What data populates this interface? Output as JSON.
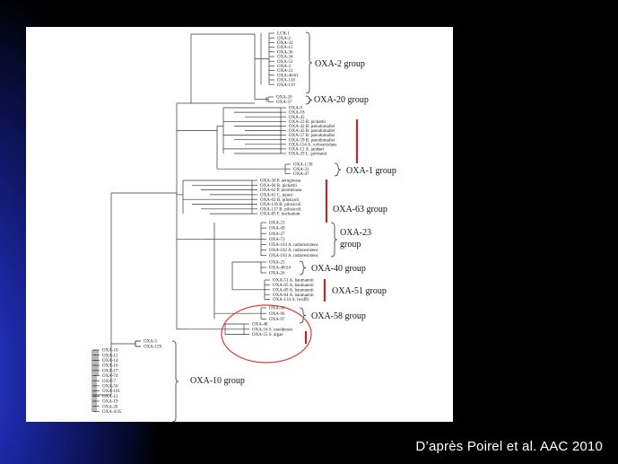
{
  "caption": "D’après Poirel et al. AAC 2010",
  "colors": {
    "bracket_red": "#c0262c",
    "circle_red": "#e03a3a",
    "tree_line": "#333333"
  },
  "groups": [
    {
      "id": "oxa2",
      "label": "OXA-2 group",
      "leaves": [
        "LCR-1",
        "OXA-2",
        "OXA-32",
        "OXA-15",
        "OXA-36",
        "OXA-34",
        "OXA-53",
        "OXA-3",
        "OXA-21",
        "OXA-46/61",
        "OXA-118",
        "OXA-119"
      ]
    },
    {
      "id": "oxa20",
      "label": "OXA-20 group",
      "leaves": [
        "OXA-20",
        "OXA-37"
      ]
    },
    {
      "id": "misc1",
      "label": "",
      "leaves": [
        "OXA-9",
        "OXA-18",
        "OXA-45",
        "OXA-22 R. pickettii",
        "OXA-42 B. pseudomallei",
        "OXA-43 B. pseudomallei",
        "OXA-57 B. pseudomallei",
        "OXA-59 B. pseudomallei",
        "OXA-114 A. xylosoxidans",
        "OXA-12 A. jandaei",
        "OXA-29 L. gormanii"
      ]
    },
    {
      "id": "oxa1",
      "label": "OXA-1 group",
      "leaves": [
        "OXA-1/30",
        "OXA-31",
        "OXA-47"
      ]
    },
    {
      "id": "oxa63",
      "label": "OXA-63 group",
      "leaves": [
        "OXA-50 P. aeruginosa",
        "OXA-60 R. pickettii",
        "OXA-62 P. pnomenusa",
        "OXA-61 C. jejuni",
        "OXA-63 B. pilosicoli",
        "OXA-136 B. pilosicoli",
        "OXA-137 B. pilosicoli",
        "OXA-85 F. nucleatum"
      ]
    },
    {
      "id": "oxa23",
      "label": "OXA-23\ngroup",
      "leaves": [
        "OXA-23",
        "OXA-49",
        "OXA-27",
        "OXA-73",
        "OXA-103 A. radioresistens",
        "OXA-102 A. radioresistens",
        "OXA-103 A. radioresistens"
      ]
    },
    {
      "id": "oxa40",
      "label": "OXA-40 group",
      "leaves": [
        "OXA-25",
        "OXA-40/24",
        "OXA-26"
      ]
    },
    {
      "id": "oxa51",
      "label": "OXA-51 group",
      "leaves": [
        "OXA-51 A. baumannii",
        "OXA-65 A. baumannii",
        "OXA-69 A. baumannii",
        "OXA-64 A. baumannii",
        "OXA-134 A. lwoffii"
      ]
    },
    {
      "id": "oxa58",
      "label": "OXA-58 group",
      "leaves": [
        "OXA-58",
        "OXA-96",
        "OXA-97"
      ]
    },
    {
      "id": "misc2",
      "label": "",
      "leaves": [
        "OXA-48",
        "OXA-54 S. oneidensis",
        "OXA-55 S. algae"
      ]
    },
    {
      "id": "misc3",
      "label": "",
      "leaves": [
        "OXA-5",
        "OXA-129"
      ]
    },
    {
      "id": "oxa10",
      "label": "OXA-10 group",
      "leaves": [
        "OXA-10",
        "OXA-11",
        "OXA-14",
        "OXA-16",
        "OXA-17",
        "OXA-74",
        "OXA-7",
        "OXA-56",
        "OXA-101",
        "OXA-13",
        "OXA-19",
        "OXA-28",
        "OXA-4/35"
      ]
    }
  ]
}
